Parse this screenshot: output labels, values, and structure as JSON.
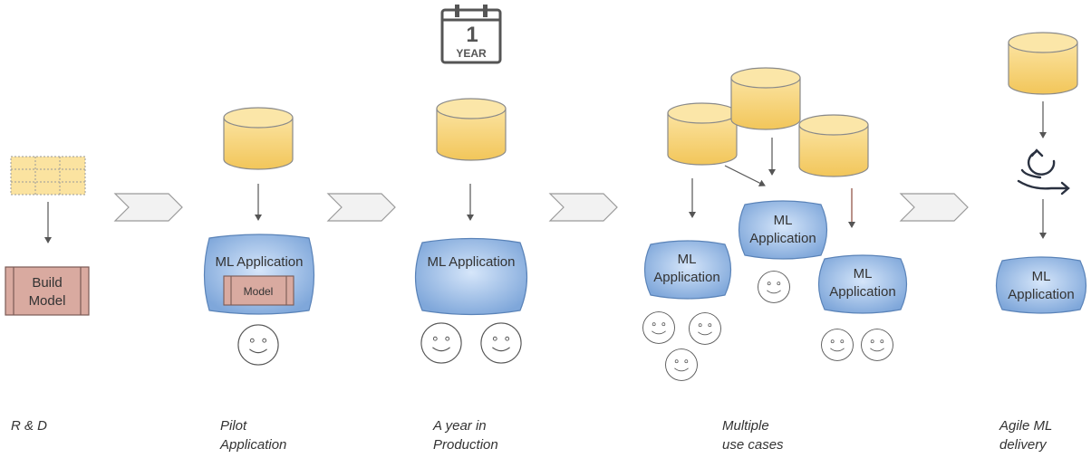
{
  "stages": [
    {
      "line1": "R & D",
      "line2": ""
    },
    {
      "line1": "Pilot",
      "line2": "Application"
    },
    {
      "line1": "A year in",
      "line2": "Production"
    },
    {
      "line1": "Multiple",
      "line2": "use cases"
    },
    {
      "line1": "Agile ML",
      "line2": "delivery"
    }
  ],
  "rd": {
    "build_line1": "Build",
    "build_line2": "Model"
  },
  "pilot": {
    "app_label": "ML Application",
    "model_label": "Model"
  },
  "production": {
    "app_label": "ML Application"
  },
  "calendar": {
    "number": "1",
    "word": "YEAR"
  },
  "multiple": {
    "app_a_line1": "ML",
    "app_a_line2": "Application",
    "app_b_line1": "ML",
    "app_b_line2": "Application",
    "app_c_line1": "ML",
    "app_c_line2": "Application"
  },
  "agile": {
    "app_line1": "ML",
    "app_line2": "Application",
    "cycle_icon": "agile-cycle-icon"
  },
  "colors": {
    "app_fill": "#8fb4e3",
    "app_stroke": "#5a83b8",
    "db_fill": "#f5cf6b",
    "db_top": "#fbe4a0",
    "db_stroke": "#8a8a8a",
    "build_fill": "#d9aaa0",
    "chevron_fill": "#f2f2f2"
  }
}
